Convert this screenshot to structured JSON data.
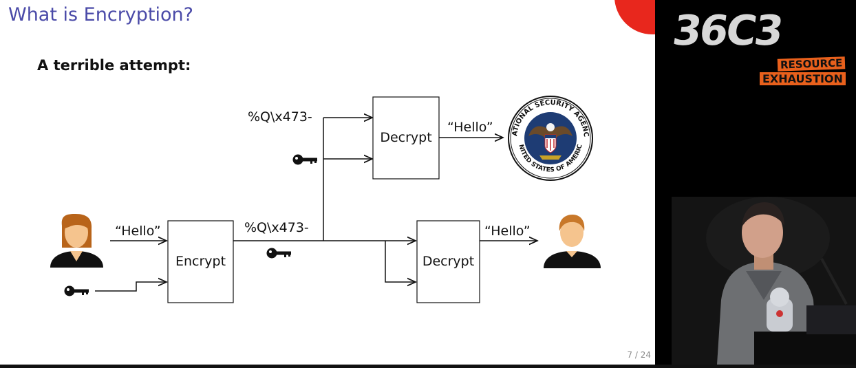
{
  "slide": {
    "title": "What is Encryption?",
    "subtitle": "A terrible attempt:",
    "page_number": "7 / 24"
  },
  "diagram": {
    "label_hello_in": "“Hello”",
    "label_cipher_out": "%Q\\x473-",
    "label_cipher_top": "%Q\\x473-",
    "label_hello_nsa": "“Hello”",
    "label_hello_bob": "“Hello”",
    "box_encrypt": "Encrypt",
    "box_decrypt_top": "Decrypt",
    "box_decrypt_bottom": "Decrypt",
    "nsa_seal_text_top": "NATIONAL SECURITY AGENCY",
    "nsa_seal_text_bottom": "UNITED STATES OF AMERICA"
  },
  "event": {
    "logo_text": "36C3",
    "tagline_1": "RESOURCE",
    "tagline_2": "EXHAUSTION"
  },
  "colors": {
    "title": "#4a4aa8",
    "accent_red": "#e8271d",
    "tag_orange": "#e8601c",
    "avatar_skin": "#f5c48e",
    "avatar_hair_female": "#b8641a",
    "avatar_hair_male": "#c8782a",
    "nsa_blue": "#1e3c74"
  }
}
